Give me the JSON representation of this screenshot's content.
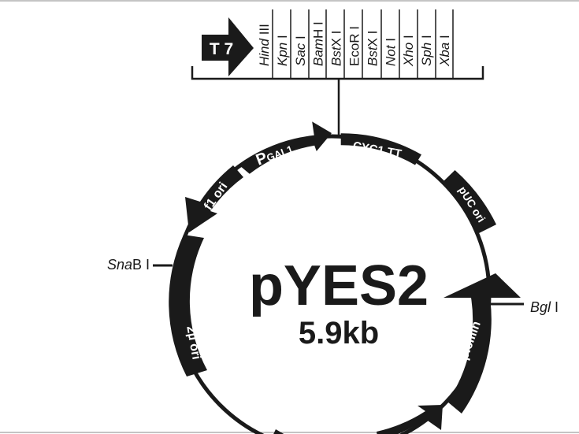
{
  "plasmid": {
    "name": "pYES2",
    "size": "5.9kb"
  },
  "mcs": {
    "promoter_label": "T 7",
    "sites": [
      {
        "italic": "Hind",
        "roman": " III"
      },
      {
        "italic": "Kpn",
        "roman": " I"
      },
      {
        "italic": "Sac",
        "roman": " I"
      },
      {
        "italic": "Bam",
        "roman": "H I"
      },
      {
        "italic": "Bst",
        "roman": "X I"
      },
      {
        "italic": "",
        "roman": "EcoR I"
      },
      {
        "italic": "Bst",
        "roman": "X I"
      },
      {
        "italic": "Not",
        "roman": " I"
      },
      {
        "italic": "Xho",
        "roman": " I"
      },
      {
        "italic": "Sph",
        "roman": " I"
      },
      {
        "italic": "Xba",
        "roman": " I"
      }
    ]
  },
  "features": {
    "pgal1_p": "P",
    "pgal1_sub": "GAL1",
    "cyc1": "CYC1 TT",
    "puc": "pUC ori",
    "f1": "f1 ori",
    "two_micron": "2µ ori",
    "amp": "Ampicillin"
  },
  "sites": {
    "snab_italic": "Sna",
    "snab_roman": "B I",
    "bgl_italic": "Bgl",
    "bgl_roman": " I"
  },
  "colors": {
    "ink": "#1a1a1a",
    "background": "#ffffff"
  }
}
